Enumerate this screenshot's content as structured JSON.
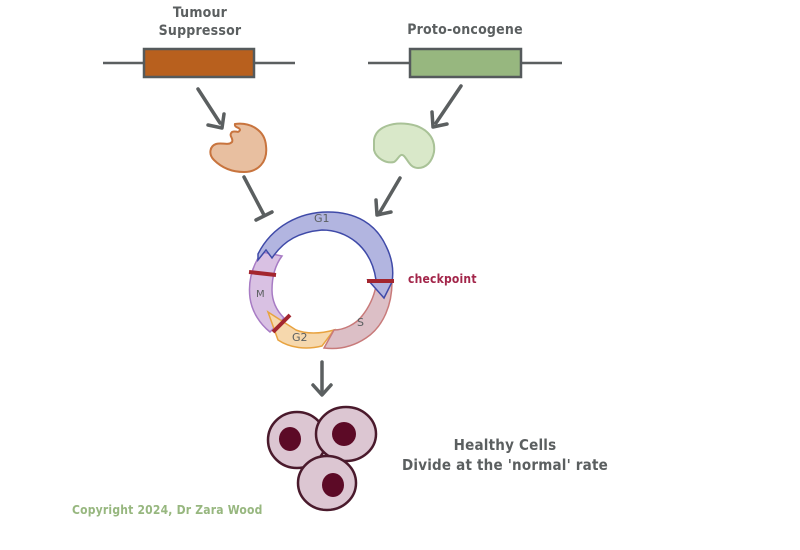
{
  "genes": {
    "tumour_suppressor": {
      "line1": "Tumour",
      "line2": "Suppressor",
      "color": "#b8601e"
    },
    "proto_oncogene": {
      "label": "Proto-oncogene",
      "color": "#97b77f"
    }
  },
  "proteins": {
    "tumour_suppressor_protein_color": "#e8bfa0",
    "proto_oncogene_protein_color": "#d9e8c9"
  },
  "cell_cycle": {
    "phases": [
      "G1",
      "S",
      "G2",
      "M"
    ],
    "phase_colors": {
      "G1": "#b2b5e0",
      "S": "#dcbfc6",
      "G2": "#f6d8ad",
      "M": "#d9c1e3"
    },
    "checkpoint_label": "checkpoint",
    "checkpoint_color": "#a3264a"
  },
  "outcome": {
    "line1": "Healthy Cells",
    "line2": "Divide at the 'normal' rate"
  },
  "copyright": "Copyright 2024, Dr Zara Wood",
  "colors": {
    "text": "#5b5f60",
    "arrow": "#5b5f60",
    "copyright": "#97b77f",
    "nucleus": "#5c0a26",
    "cell": "#dcc6d2"
  }
}
